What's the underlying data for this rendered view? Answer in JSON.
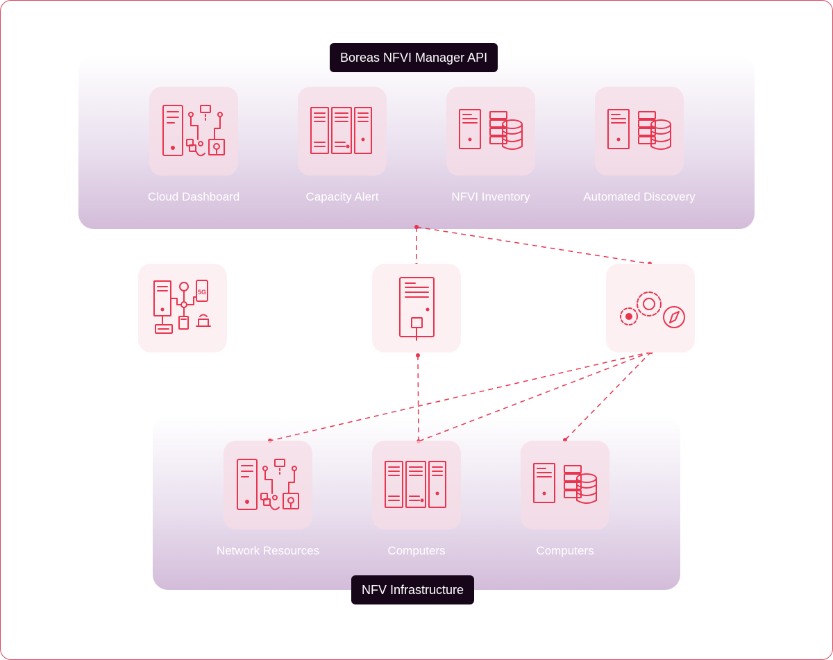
{
  "top_group": {
    "title": "Boreas NFVI Manager API",
    "items": [
      {
        "label": "Cloud Dashboard",
        "icon": "network-diagram-icon"
      },
      {
        "label": "Capacity Alert",
        "icon": "server-rack-icon"
      },
      {
        "label": "NFVI Inventory",
        "icon": "server-database-icon"
      },
      {
        "label": "Automated Discovery",
        "icon": "server-database-icon"
      }
    ]
  },
  "middle_nodes": [
    {
      "icon": "5g-network-icon"
    },
    {
      "icon": "server-tower-icon"
    },
    {
      "icon": "gears-compass-icon"
    }
  ],
  "bottom_group": {
    "title": "NFV Infrastructure",
    "items": [
      {
        "label": "Network Resources",
        "icon": "network-diagram-icon"
      },
      {
        "label": "Computers",
        "icon": "server-rack-icon"
      },
      {
        "label": "Computers",
        "icon": "server-database-icon"
      }
    ]
  },
  "colors": {
    "accent": "#e8344f",
    "pill_background": "#17061a",
    "panel_bottom": "#d3bcd9"
  }
}
